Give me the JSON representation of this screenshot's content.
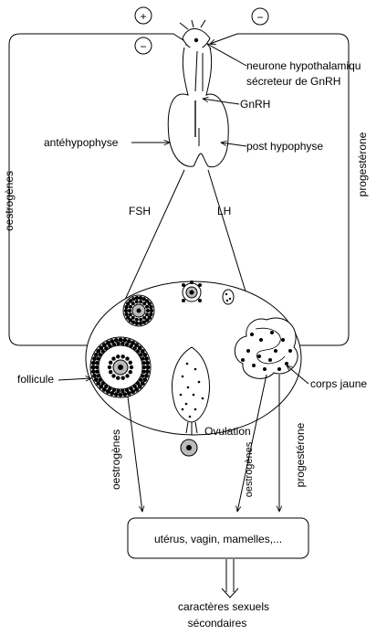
{
  "signs": {
    "plus": "+",
    "minus": "−"
  },
  "labels": {
    "neurone_line1": "neurone hypothalamiqu",
    "neurone_line2": "sécreteur  de GnRH",
    "gnrh": "GnRH",
    "antehypophyse": "antéhypophyse",
    "post_hypophyse": "post hypophyse",
    "oestrogenes_left": "oestrogènes",
    "progesterone_right": "progestérone",
    "fsh": "FSH",
    "lh": "LH",
    "follicule": "follicule",
    "corps_jaune": "corps jaune",
    "ovulation": "Ovulation",
    "oestrogenes_down": "oestrogènes",
    "oestrogenes_small": "oestrogènes",
    "progesterone_down": "progestérone",
    "targets": "utérus, vagin, mamelles,...",
    "caracteres_line1": "caractères sexuels",
    "caracteres_line2": "sécondaires"
  }
}
